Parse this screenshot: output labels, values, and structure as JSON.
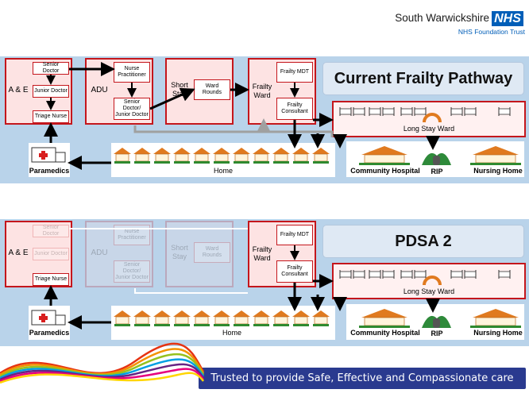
{
  "header": {
    "org_name": "South Warwickshire",
    "org_sub": "NHS Foundation Trust",
    "logo_text": "NHS"
  },
  "diagrams": [
    {
      "title": "Current Frailty Pathway",
      "ae": "A & E",
      "senior_doctor": "Senior Doctor",
      "junior_doctor": "Junior Doctor",
      "triage_nurse": "Triage Nurse",
      "adu": "ADU",
      "nurse_practitioner": "Nurse Practitioner",
      "senior_junior_doctor": "Senior Doctor/ Junior Doctor",
      "short_stay": "Short Stay",
      "ward_rounds": "Ward Rounds",
      "frailty_ward": "Frailty Ward",
      "frailty_mdt": "Frailty MDT",
      "frailty_consultant": "Frailty Consultant",
      "long_stay_ward": "Long Stay Ward",
      "paramedics": "Paramedics",
      "home": "Home",
      "community_hospital": "Community Hospital",
      "rip": "RIP",
      "nursing_home": "Nursing Home"
    },
    {
      "title": "PDSA 2",
      "ae": "A & E",
      "senior_doctor": "Senior Doctor",
      "junior_doctor": "Junior Doctor",
      "triage_nurse": "Triage Nurse",
      "adu": "ADU",
      "nurse_practitioner": "Nurse Practitioner",
      "senior_junior_doctor": "Senior Doctor/ Junior Doctor",
      "short_stay": "Short Stay",
      "ward_rounds": "Ward Rounds",
      "frailty_ward": "Frailty Ward",
      "frailty_mdt": "Frailty MDT",
      "frailty_consultant": "Frailty Consultant",
      "long_stay_ward": "Long Stay Ward",
      "paramedics": "Paramedics",
      "home": "Home",
      "community_hospital": "Community Hospital",
      "rip": "RIP",
      "nursing_home": "Nursing Home"
    }
  ],
  "footer": {
    "tagline": "Trusted to provide Safe, Effective and Compassionate care"
  },
  "colors": {
    "band": "#b9d3ea",
    "box_border": "#c4161c",
    "box_fill": "#fde3e3",
    "tagline_bg": "#2a3a8f",
    "nhs_blue": "#005eb8"
  }
}
